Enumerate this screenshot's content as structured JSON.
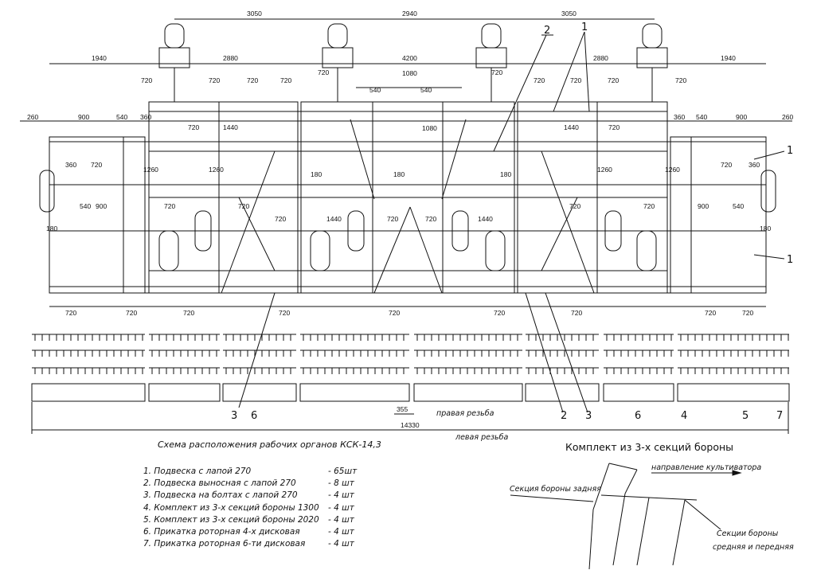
{
  "drawing": {
    "title": "Схема расположения рабочих органов КСК-14,3",
    "total_width_label": "14330",
    "dim_355": "355",
    "right_thread": "правая резьба",
    "left_thread": "левая резьба",
    "top_dims": [
      "3050",
      "2940",
      "3050"
    ],
    "row2_dims": [
      "1940",
      "2880",
      "4200",
      "2880",
      "1940"
    ],
    "row3_dims": [
      "1080",
      "540",
      "540"
    ],
    "dims_720": "720",
    "dims_260": "260",
    "dims_900": "900",
    "dims_540": "540",
    "dims_360": "360",
    "dims_1440": "1440",
    "dims_1260": "1260",
    "dims_180": "180",
    "callouts_top": [
      "2",
      "1"
    ],
    "callouts_right": [
      "1",
      "1"
    ],
    "callouts_bottom": [
      "3",
      "6",
      "2",
      "3",
      "6",
      "4",
      "5",
      "7"
    ]
  },
  "legend": [
    {
      "name": "1. Подвеска с лапой 270",
      "qty": "- 65шт"
    },
    {
      "name": "2. Подвеска выносная с лапой 270",
      "qty": "- 8 шт"
    },
    {
      "name": "3. Подвеска на болтах с лапой 270",
      "qty": "- 4 шт"
    },
    {
      "name": "4. Комплект из 3-х секций бороны  1300",
      "qty": "- 4 шт"
    },
    {
      "name": "5. Комплект из 3-х секций бороны  2020",
      "qty": "- 4 шт"
    },
    {
      "name": "6. Прикатка роторная 4-х дисковая",
      "qty": "- 4 шт"
    },
    {
      "name": "7. Прикатка роторная 6-ти дисковая",
      "qty": "- 4 шт"
    }
  ],
  "harrow": {
    "title": "Комплект из 3-х секций бороны",
    "direction": "направление культиватора",
    "rear": "Секция бороны задняя",
    "mid_front_1": "Секции бороны",
    "mid_front_2": "средняя и передняя"
  }
}
